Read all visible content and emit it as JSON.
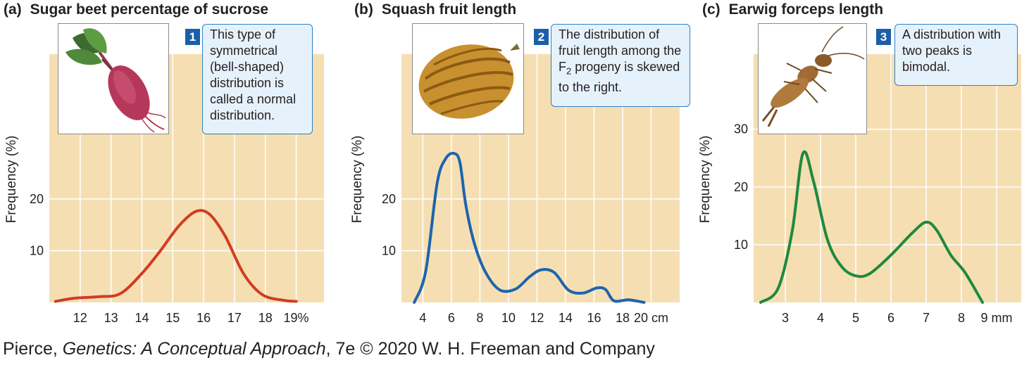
{
  "panels": [
    {
      "letter": "(a)",
      "title": "Sugar beet percentage of sucrose",
      "callout_number": "1",
      "callout_text": "This type of symmetrical (bell-shaped) distribution is called a normal distribution.",
      "illustration": "sugar-beet-illustration"
    },
    {
      "letter": "(b)",
      "title": "Squash fruit length",
      "callout_number": "2",
      "callout_text_parts": [
        "The distribution of fruit length among the F",
        "2",
        " progeny is skewed to the right."
      ],
      "illustration": "squash-illustration"
    },
    {
      "letter": "(c)",
      "title": "Earwig forceps length",
      "callout_number": "3",
      "callout_text": "A distribution with two peaks is bimodal.",
      "illustration": "earwig-illustration"
    }
  ],
  "credit": {
    "author": "Pierce, ",
    "book": "Genetics: A Conceptual Approach",
    "rest": ", 7e © 2020 W. H. Freeman and Company"
  },
  "colors": {
    "plot_bg": "#f5dfb2",
    "grid": "#ffffff",
    "curve_a": "#d13c23",
    "curve_b": "#1e64ad",
    "curve_c": "#1f8a3f",
    "callout_bg": "#e6f2fb",
    "callout_border": "#2f7fc1",
    "callout_number_bg": "#1c5fa8"
  },
  "chart_data": [
    {
      "type": "line",
      "title": "Sugar beet percentage of sucrose",
      "ylabel": "Frequency (%)",
      "xlabel": "",
      "x_ticks": [
        12,
        13,
        14,
        15,
        16,
        17,
        18,
        19
      ],
      "x_tick_labels": [
        "12",
        "13",
        "14",
        "15",
        "16",
        "17",
        "18",
        "19%"
      ],
      "y_ticks": [
        10,
        20
      ],
      "xlim": [
        11,
        19.9
      ],
      "ylim": [
        0,
        48
      ],
      "grid": true,
      "series": [
        {
          "x": [
            11.2,
            11.8,
            12.6,
            13.3,
            14.0,
            14.6,
            15.2,
            15.75,
            16.2,
            16.7,
            17.3,
            17.9,
            18.6,
            19.0
          ],
          "y": [
            0.2,
            0.8,
            1.1,
            1.7,
            5.6,
            10.0,
            14.8,
            17.6,
            17.0,
            12.8,
            5.5,
            1.5,
            0.4,
            0.2
          ]
        }
      ]
    },
    {
      "type": "line",
      "title": "Squash fruit length",
      "ylabel": "Frequency (%)",
      "xlabel": "",
      "x_ticks": [
        4,
        6,
        8,
        10,
        12,
        14,
        16,
        18,
        20
      ],
      "x_tick_labels": [
        "4",
        "6",
        "8",
        "10",
        "12",
        "14",
        "16",
        "18",
        "20 cm"
      ],
      "y_ticks": [
        10,
        20
      ],
      "xlim": [
        2.5,
        22
      ],
      "ylim": [
        0,
        48
      ],
      "grid": true,
      "series": [
        {
          "x": [
            3.4,
            4.2,
            5.0,
            5.6,
            6.2,
            6.6,
            7.0,
            7.6,
            8.4,
            9.4,
            10.5,
            11.5,
            12.3,
            13.2,
            14.2,
            15.2,
            16.2,
            16.8,
            17.4,
            18.4,
            19.5
          ],
          "y": [
            0,
            6.0,
            23.0,
            27.8,
            28.8,
            27.0,
            19.0,
            11.5,
            5.8,
            2.4,
            2.6,
            5.0,
            6.3,
            5.8,
            2.4,
            1.8,
            2.8,
            2.5,
            0.3,
            0.5,
            0
          ]
        }
      ]
    },
    {
      "type": "line",
      "title": "Earwig forceps length",
      "ylabel": "Frequency (%)",
      "xlabel": "",
      "x_ticks": [
        3,
        4,
        5,
        6,
        7,
        8,
        9
      ],
      "x_tick_labels": [
        "3",
        "4",
        "5",
        "6",
        "7",
        "8",
        "9 mm"
      ],
      "y_ticks": [
        10,
        20,
        30
      ],
      "xlim": [
        2.1,
        9.7
      ],
      "ylim": [
        0,
        43
      ],
      "grid": true,
      "series": [
        {
          "x": [
            2.3,
            2.8,
            3.2,
            3.5,
            3.8,
            4.2,
            4.6,
            5.0,
            5.4,
            6.0,
            6.6,
            7.0,
            7.3,
            7.7,
            8.1,
            8.6
          ],
          "y": [
            0,
            2.5,
            12.5,
            25.8,
            21.0,
            10.8,
            6.2,
            4.6,
            5.0,
            8.2,
            12.0,
            13.9,
            12.5,
            8.2,
            5.2,
            0
          ]
        }
      ]
    }
  ]
}
